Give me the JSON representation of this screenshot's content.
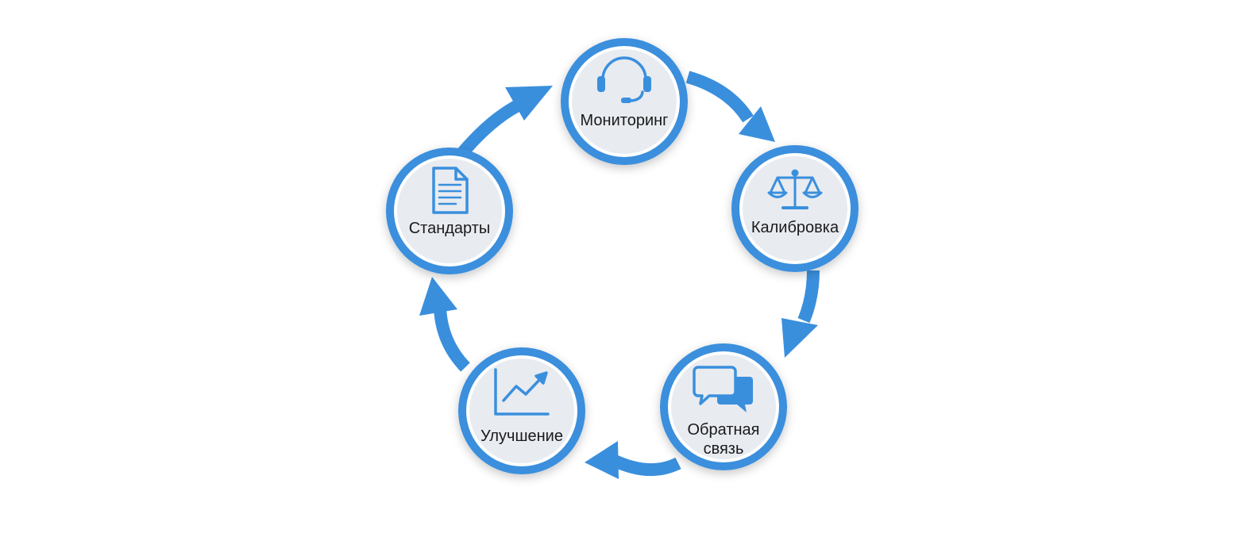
{
  "diagram": {
    "accent_color": "#3a8fdd",
    "node_fill": "#e8ebf0",
    "node_ring": "#ffffff",
    "nodes": [
      {
        "id": "monitoring",
        "label": "Мониторинг",
        "icon": "headset-icon"
      },
      {
        "id": "calibration",
        "label": "Калибровка",
        "icon": "scales-icon"
      },
      {
        "id": "feedback",
        "label_line1": "Обратная",
        "label_line2": "связь",
        "icon": "chat-bubbles-icon"
      },
      {
        "id": "improvement",
        "label": "Улучшение",
        "icon": "trend-chart-icon"
      },
      {
        "id": "standards",
        "label": "Стандарты",
        "icon": "document-icon"
      }
    ],
    "flow": [
      "monitoring",
      "calibration",
      "feedback",
      "improvement",
      "standards",
      "monitoring"
    ]
  }
}
